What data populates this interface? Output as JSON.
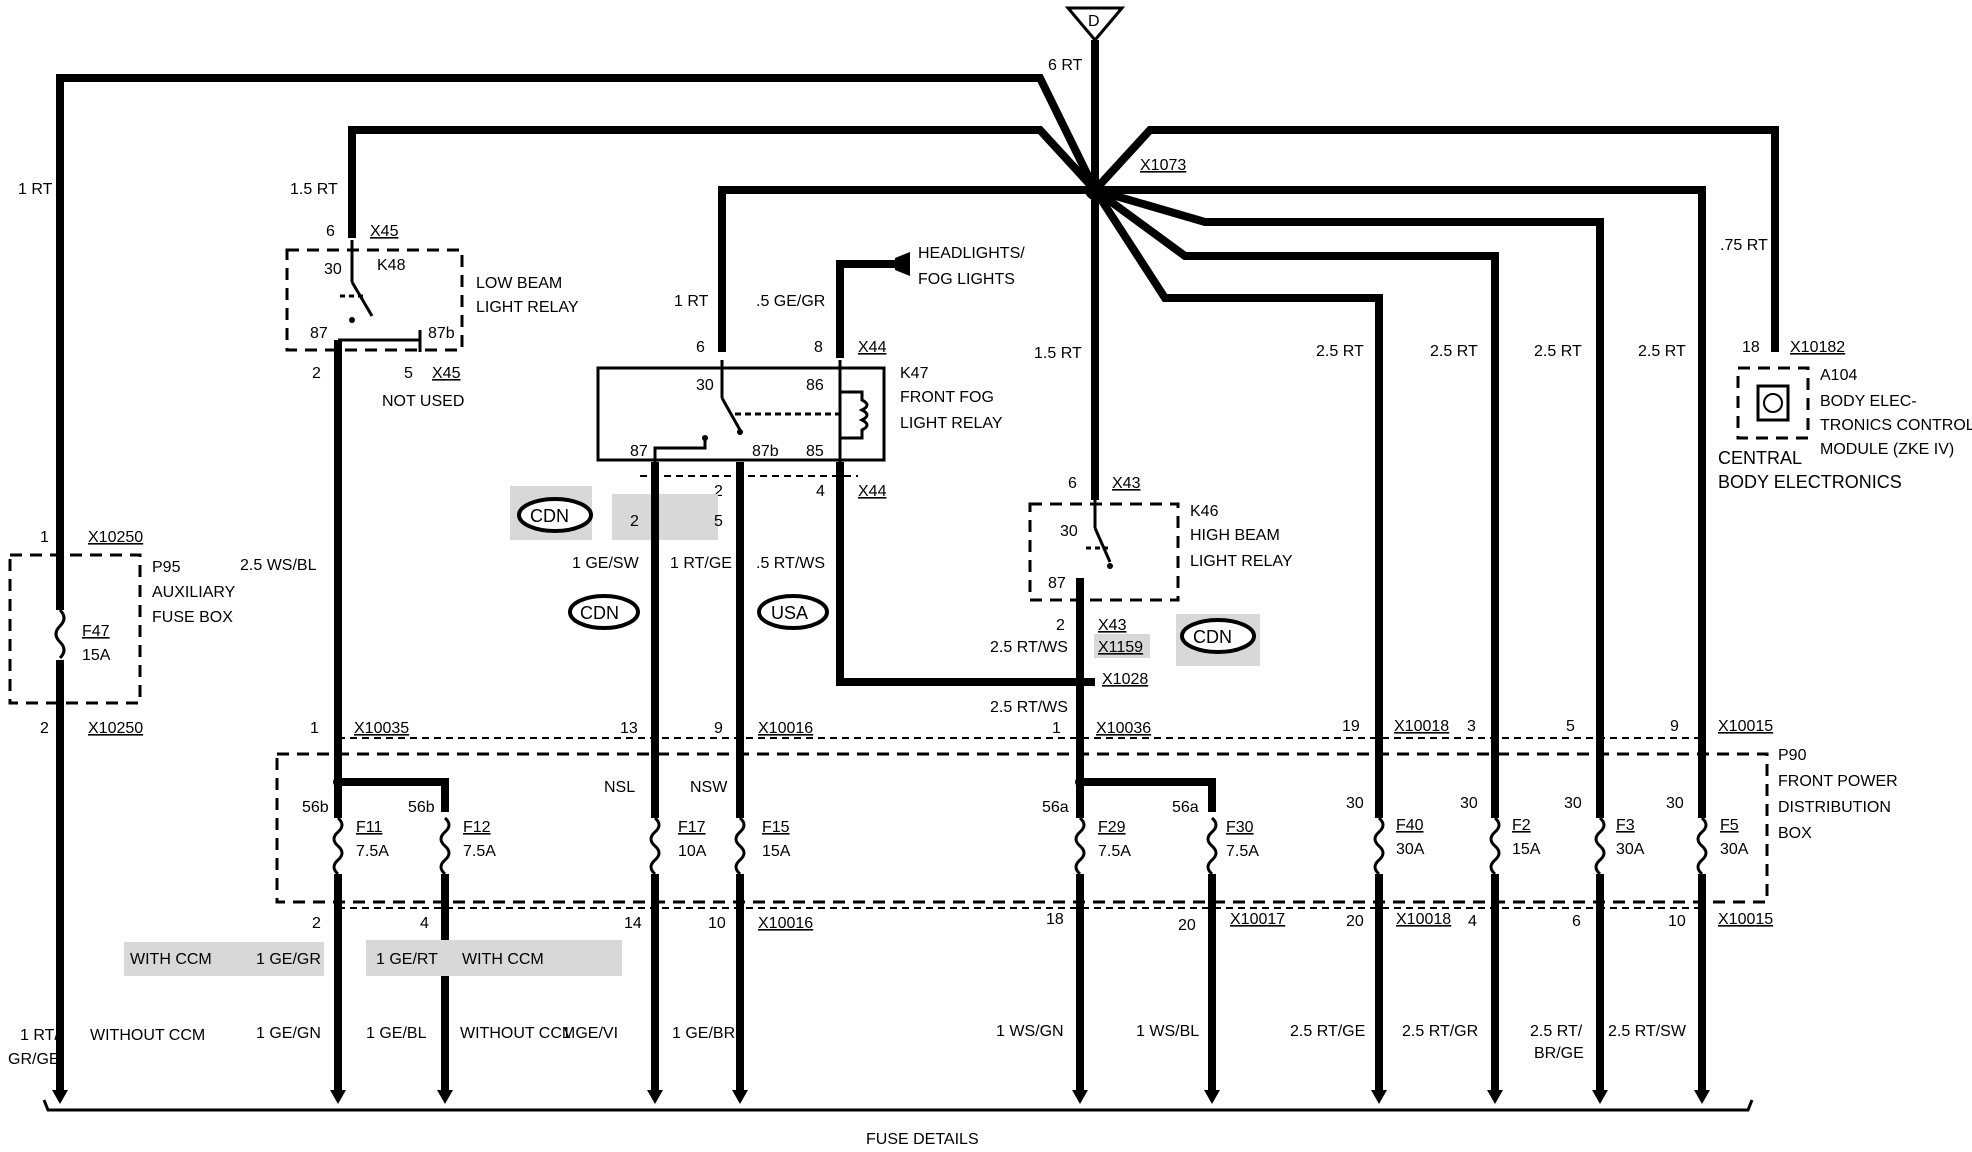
{
  "diagram": {
    "source_tag": "D",
    "footer": "FUSE DETAILS",
    "wires": {
      "main": "6 RT",
      "aux": "1 RT",
      "low_beam_feed": "1.5 RT",
      "fog_feed": "1 RT",
      "fog_ctrl": ".5 GE/GR",
      "high_beam_feed": "1.5 RT",
      "f40_feed": "2.5 RT",
      "f2_feed": "2.5 RT",
      "f3_feed": "2.5 RT",
      "f5_feed": "2.5 RT",
      "zke_feed": ".75 RT",
      "low_out": "2.5 WS/BL",
      "fog_out_a": "1 GE/SW",
      "fog_out_b": "1 RT/GE",
      "fog_out_c": ".5 RT/WS",
      "hb_out_1": "2.5 RT/WS",
      "hb_out_2": "2.5 RT/WS"
    },
    "connectors": {
      "x1073": "X1073",
      "x45": "X45",
      "x45b": "X45",
      "x44": "X44",
      "x44b": "X44",
      "x43": "X43",
      "x43b": "X43",
      "x1159": "X1159",
      "x1028": "X1028",
      "x10182": "X10182",
      "x10250a": "X10250",
      "x10250b": "X10250",
      "x10035": "X10035",
      "x10016a": "X10016",
      "x10016b": "X10016",
      "x10036": "X10036",
      "x10017": "X10017",
      "x10018a": "X10018",
      "x10018b": "X10018",
      "x10015a": "X10015",
      "x10015b": "X10015"
    },
    "components": {
      "k48": {
        "id": "K48",
        "line1": "LOW BEAM",
        "line2": "LIGHT RELAY"
      },
      "k47": {
        "id": "K47",
        "line1": "FRONT FOG",
        "line2": "LIGHT RELAY"
      },
      "k46": {
        "id": "K46",
        "line1": "HIGH BEAM",
        "line2": "LIGHT RELAY"
      },
      "p95": {
        "id": "P95",
        "line1": "AUXILIARY",
        "line2": "FUSE BOX"
      },
      "a104": {
        "id": "A104",
        "line1": "BODY ELEC-",
        "line2": "TRONICS CONTROL",
        "line3": "MODULE (ZKE IV)"
      },
      "central": {
        "line1": "CENTRAL",
        "line2": "BODY ELECTRONICS"
      },
      "p90": {
        "id": "P90",
        "line1": "FRONT POWER",
        "line2": "DISTRIBUTION",
        "line3": "BOX"
      },
      "headlights": {
        "line1": "HEADLIGHTS/",
        "line2": "FOG LIGHTS"
      },
      "not_used": "NOT USED"
    },
    "fuses": {
      "f47": {
        "id": "F47",
        "rating": "15A"
      },
      "f11": {
        "id": "F11",
        "rating": "7.5A",
        "term": "56b"
      },
      "f12": {
        "id": "F12",
        "rating": "7.5A",
        "term": "56b"
      },
      "f17": {
        "id": "F17",
        "rating": "10A",
        "term": "NSL"
      },
      "f15": {
        "id": "F15",
        "rating": "15A",
        "term": "NSW"
      },
      "f29": {
        "id": "F29",
        "rating": "7.5A",
        "term": "56a"
      },
      "f30": {
        "id": "F30",
        "rating": "7.5A",
        "term": "56a"
      },
      "f40": {
        "id": "F40",
        "rating": "30A",
        "term": "30"
      },
      "f2": {
        "id": "F2",
        "rating": "15A",
        "term": "30"
      },
      "f3": {
        "id": "F3",
        "rating": "30A",
        "term": "30"
      },
      "f5": {
        "id": "F5",
        "rating": "30A",
        "term": "30"
      }
    },
    "pins": {
      "p6a": "6",
      "p30a": "30",
      "p87a": "87",
      "p87ba": "87b",
      "p2a": "2",
      "p5a": "5",
      "p6b": "6",
      "p8b": "8",
      "p30b": "30",
      "p86b": "86",
      "p87b": "87",
      "p87bb": "87b",
      "p85b": "85",
      "p2b": "2",
      "p4b": "4",
      "p2s": "2",
      "p5s": "5",
      "p6c": "6",
      "p30c": "30",
      "p87c": "87",
      "p2c": "2",
      "p18": "18",
      "p1": "1",
      "p2": "2",
      "t1": "1",
      "t13": "13",
      "t9": "9",
      "t1b": "1",
      "t19": "19",
      "t3": "3",
      "t5": "5",
      "t9b": "9",
      "b2": "2",
      "b4": "4",
      "b14": "14",
      "b10": "10",
      "b18": "18",
      "b20": "20",
      "b20b": "20",
      "b4b": "4",
      "b6": "6",
      "b10b": "10"
    },
    "badges": {
      "cdn1": "CDN",
      "cdn2": "CDN",
      "usa": "USA",
      "cdn3": "CDN"
    },
    "notes": {
      "with_ccm_1": "WITH CCM",
      "with_ccm_2": "WITH CCM",
      "without_ccm_1": "WITHOUT CCM",
      "without_ccm_2": "WITHOUT CCM",
      "ge_gr": "1 GE/GR",
      "ge_rt": "1 GE/RT"
    },
    "outputs": {
      "o1a": "1 RT/",
      "o1b": "GR/GE",
      "o2": "1 GE/GN",
      "o3": "1 GE/BL",
      "o4": "1 GE/VI",
      "o5": "1 GE/BR",
      "o6": "1 WS/GN",
      "o7": "1 WS/BL",
      "o8": "2.5 RT/GE",
      "o9": "2.5 RT/GR",
      "o10a": "2.5 RT/",
      "o10b": "BR/GE",
      "o11": "2.5 RT/SW"
    }
  }
}
